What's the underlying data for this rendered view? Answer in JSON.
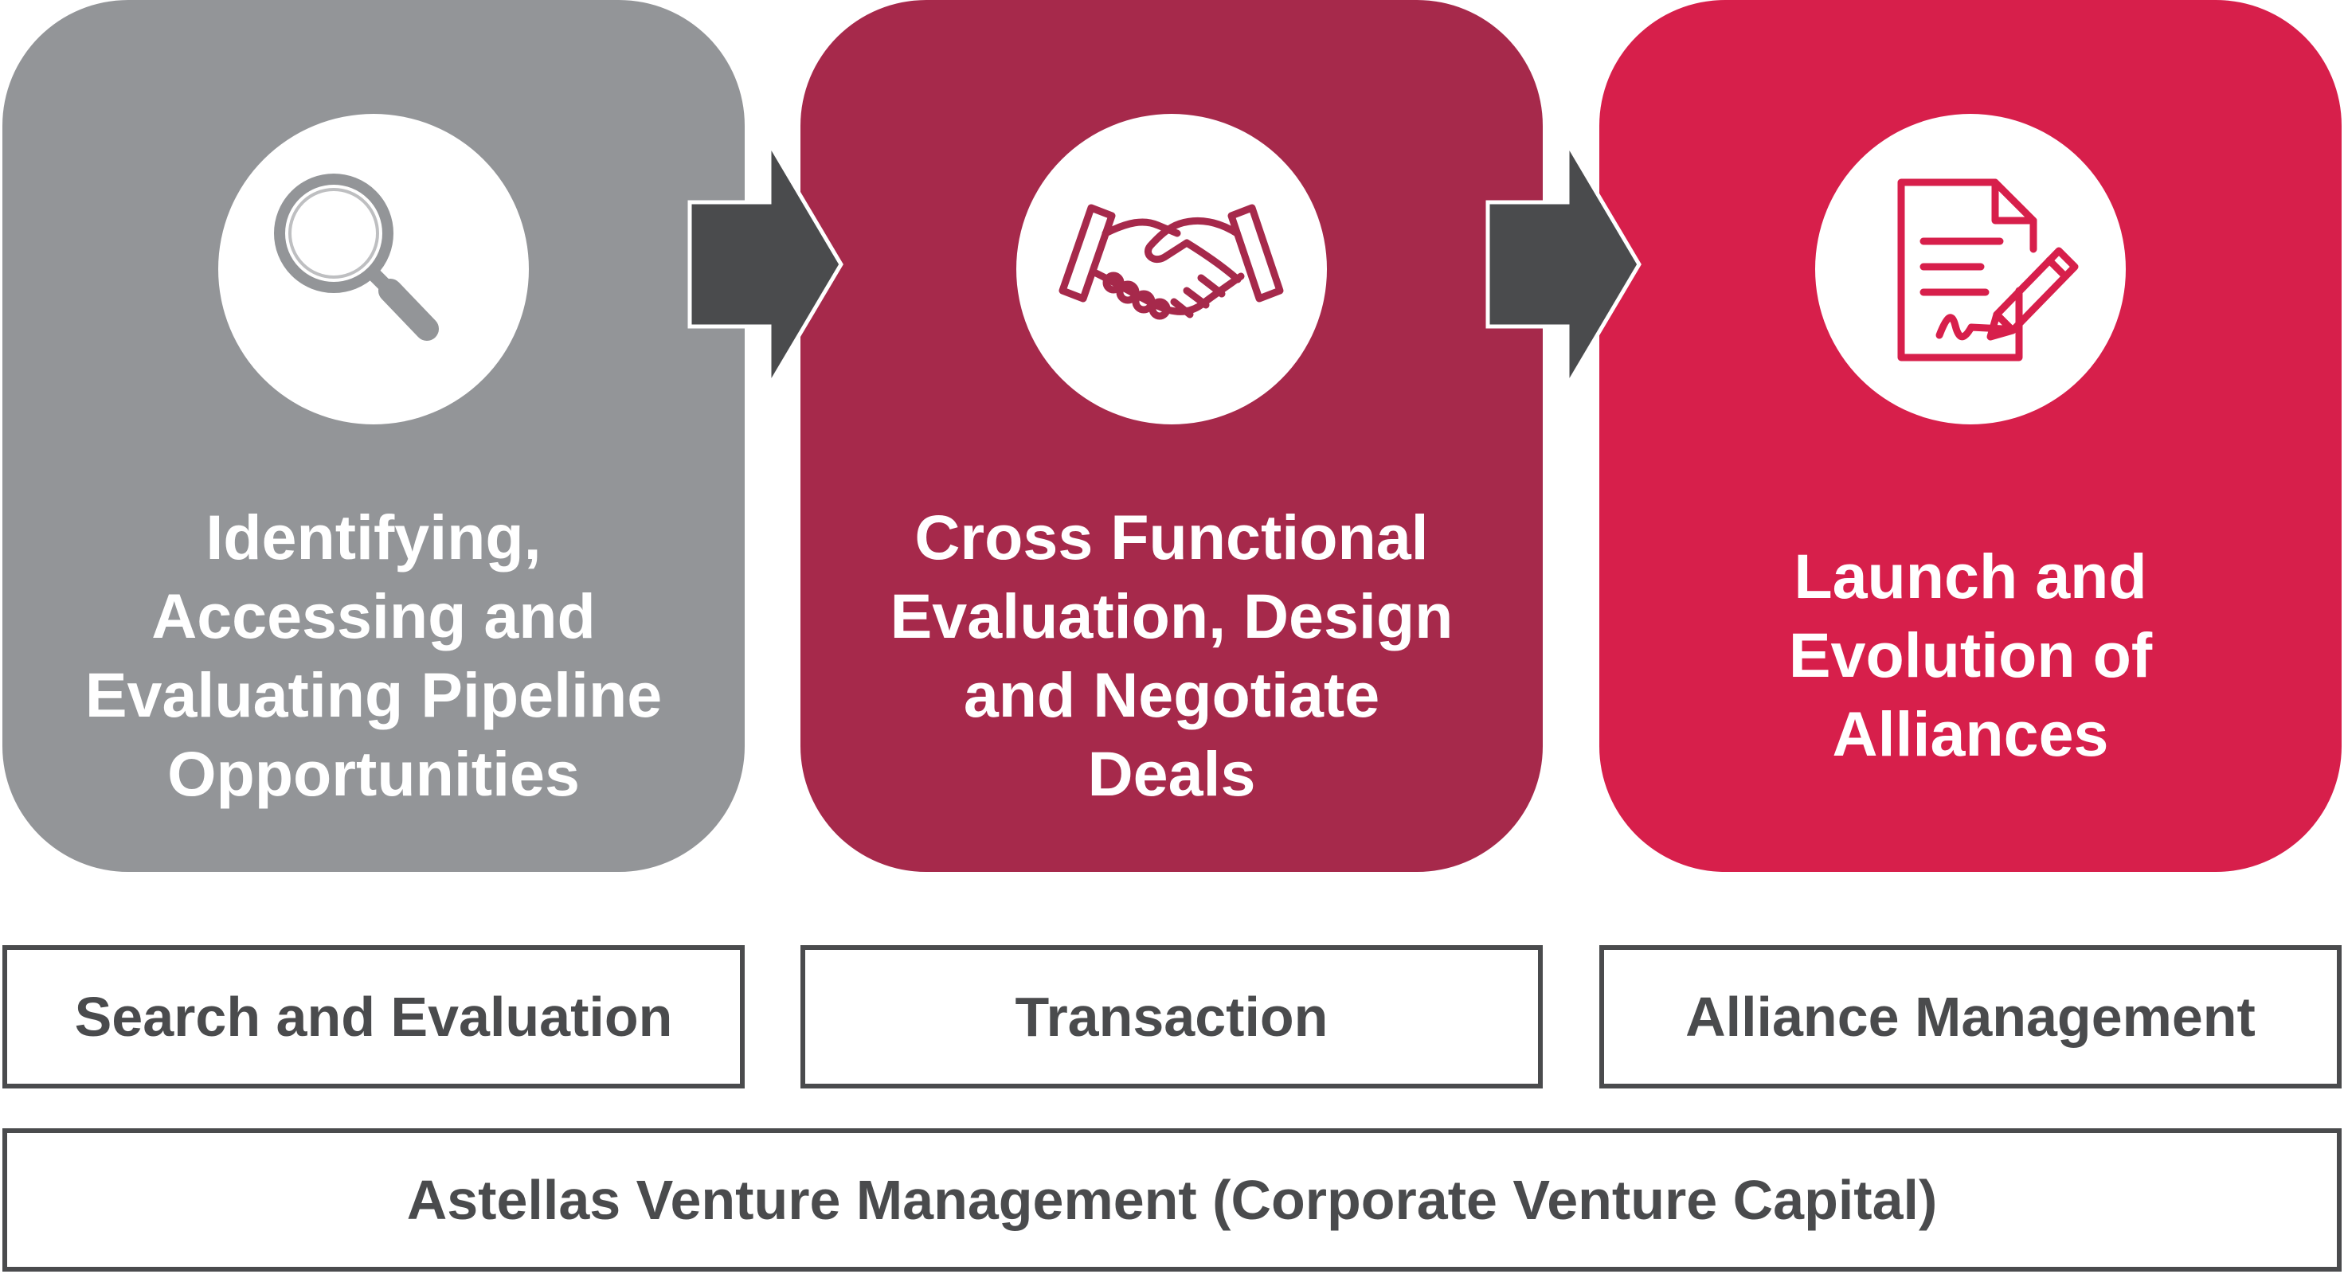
{
  "colors": {
    "panel_gray": "#939598",
    "panel_dark_red": "#a6294b",
    "panel_red": "#d71f4b",
    "arrow_fill": "#4a4b4d",
    "box_border": "#4a4b4d",
    "text_dark": "#4a4b4d"
  },
  "panels": [
    {
      "icon": "magnifying-glass-icon",
      "text": "Identifying,\nAccessing and\nEvaluating Pipeline\nOpportunities"
    },
    {
      "icon": "handshake-icon",
      "text": "Cross Functional\nEvaluation, Design\nand Negotiate\nDeals"
    },
    {
      "icon": "contract-signing-icon",
      "text": "Launch and\nEvolution of\nAlliances"
    }
  ],
  "phases": [
    {
      "label": "Search and Evaluation"
    },
    {
      "label": "Transaction"
    },
    {
      "label": "Alliance Management"
    }
  ],
  "venture": {
    "label": "Astellas Venture Management (Corporate Venture Capital)"
  }
}
